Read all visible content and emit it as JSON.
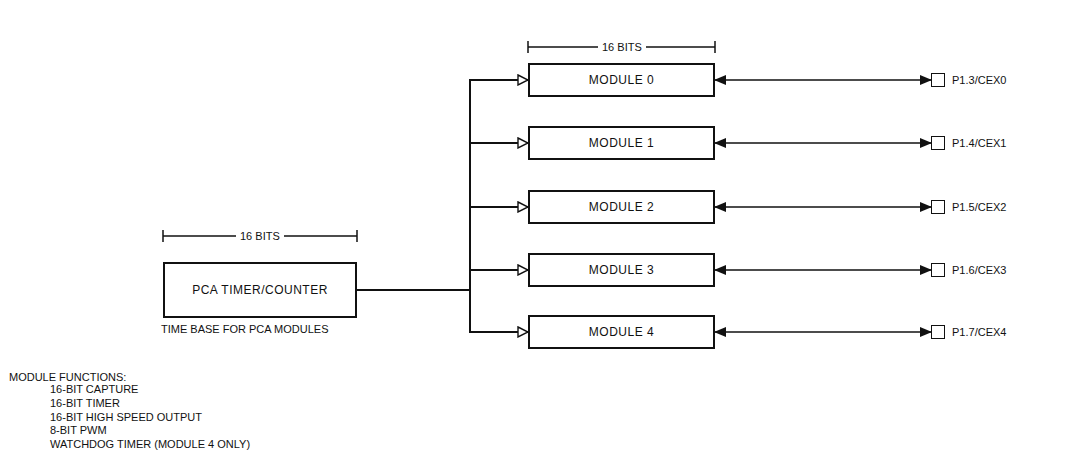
{
  "diagram": {
    "nodes": [
      {
        "text": [
          "PCA TIMER/COUNTER"
        ]
      },
      {
        "text": [
          "MODULE 0"
        ]
      },
      {
        "text": [
          "MODULE 1"
        ]
      },
      {
        "text": [
          "MODULE 2"
        ]
      },
      {
        "text": [
          "MODULE 3"
        ]
      },
      {
        "text": [
          "MODULE 4"
        ]
      },
      {
        "text": [
          "P1.3/CEX0"
        ]
      },
      {
        "text": [
          "P1.4/CEX1"
        ]
      },
      {
        "text": [
          "P1.5/CEX2"
        ]
      },
      {
        "text": [
          "P1.6/CEX3"
        ]
      },
      {
        "text": [
          "P1.7/CEX4"
        ]
      }
    ],
    "edges": [
      {
        "from": 0,
        "to": 1,
        "arrow": "to"
      },
      {
        "from": 0,
        "to": 2,
        "arrow": "to"
      },
      {
        "from": 0,
        "to": 3,
        "arrow": "to"
      },
      {
        "from": 0,
        "to": 4,
        "arrow": "to"
      },
      {
        "from": 0,
        "to": 5,
        "arrow": "to"
      },
      {
        "from": 1,
        "to": 6,
        "arrow": "both"
      },
      {
        "from": 2,
        "to": 7,
        "arrow": "both"
      },
      {
        "from": 3,
        "to": 8,
        "arrow": "both"
      },
      {
        "from": 4,
        "to": 9,
        "arrow": "both"
      },
      {
        "from": 5,
        "to": 10,
        "arrow": "both"
      }
    ],
    "labels": [
      "16 BITS",
      "16 BITS",
      "TIME BASE FOR PCA MODULES",
      "MODULE FUNCTIONS:",
      "16-BIT CAPTURE",
      "16-BIT TIMER",
      "16-BIT HIGH SPEED OUTPUT",
      "8-BIT PWM",
      "WATCHDOG TIMER (MODULE 4 ONLY)"
    ]
  }
}
